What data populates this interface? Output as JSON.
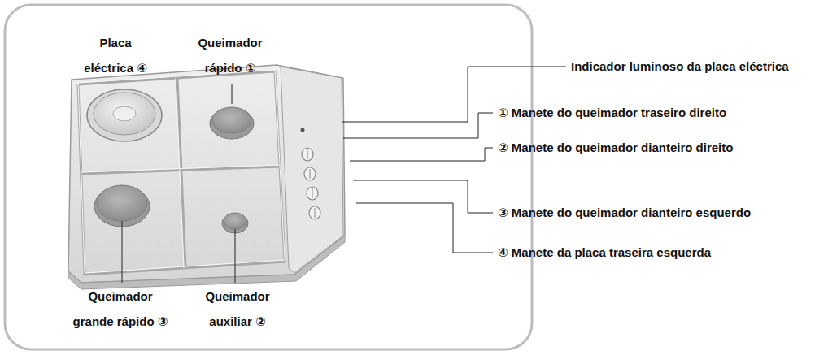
{
  "diagram": {
    "labels": [
      "Placa eléctrica ④",
      "Queimador rápido ①",
      "Queimador grande rápido ③",
      "Queimador auxiliar ②",
      "Indicador luminoso da placa eléctrica",
      "① Manete do queimador traseiro direito",
      "② Manete do queimador dianteiro direito",
      "③ Manete do queimador dianteiro esquerdo",
      "④ Manete da placa traseira esquerda"
    ]
  }
}
